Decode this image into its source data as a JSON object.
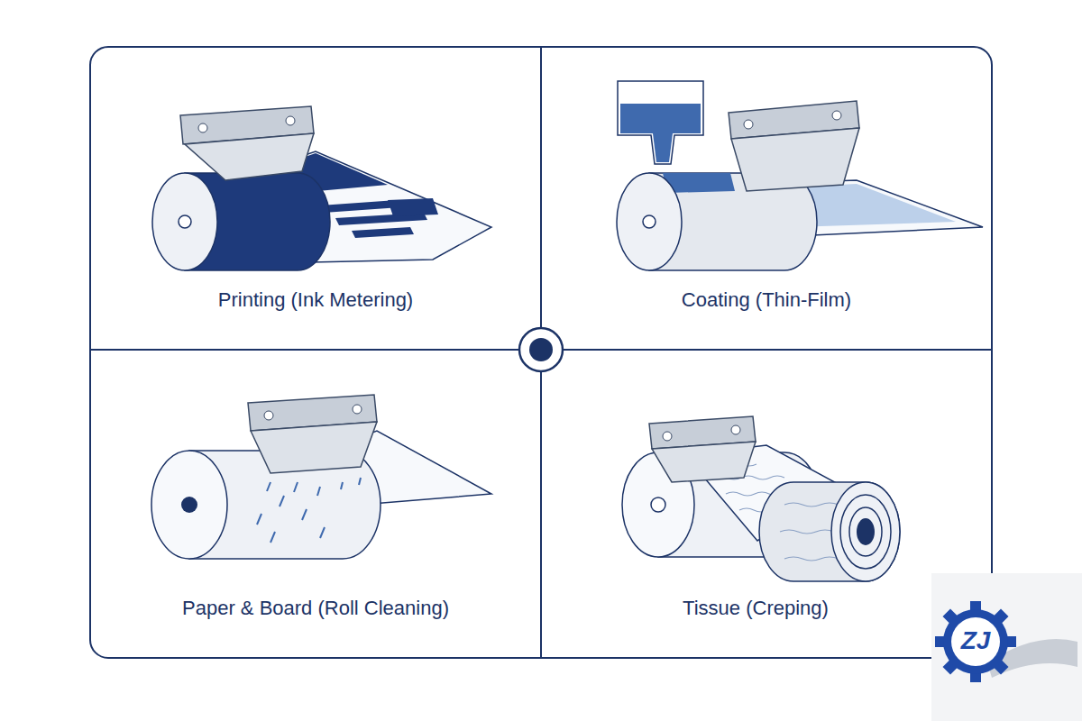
{
  "diagram": {
    "nodes": [
      {
        "text": [
          "Printing (Ink Metering)"
        ]
      },
      {
        "text": [
          "Coating (Thin-Film)"
        ]
      },
      {
        "text": [
          "Paper & Board (Roll Cleaning)"
        ]
      },
      {
        "text": [
          "Tissue (Creping)"
        ]
      }
    ],
    "labels": [
      "ZJ"
    ]
  }
}
